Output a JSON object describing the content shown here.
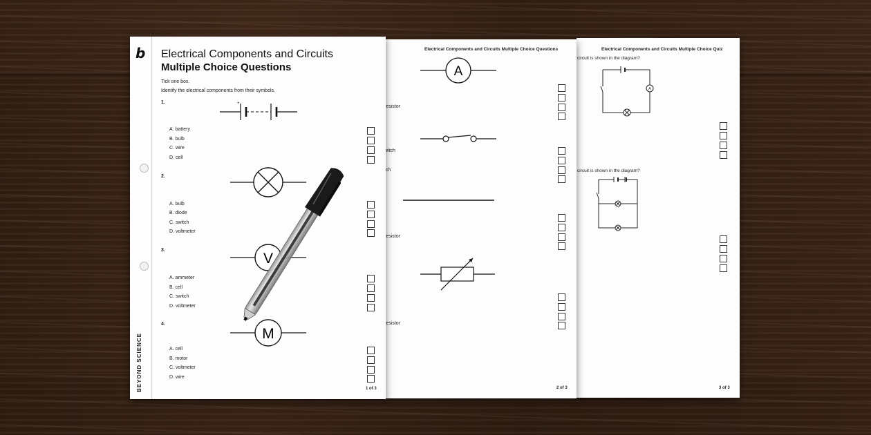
{
  "page1": {
    "brand_vertical": "BEYOND SCIENCE",
    "title": "Electrical Components and Circuits",
    "subtitle": "Multiple Choice Questions",
    "instruction_1": "Tick one box.",
    "instruction_2": "Identify the electrical components from their symbols.",
    "questions": [
      {
        "num": "1.",
        "options": [
          "A. battery",
          "B. bulb",
          "C. wire",
          "D. cell"
        ]
      },
      {
        "num": "2.",
        "options": [
          "A. bulb",
          "B. diode",
          "C. switch",
          "D. voltmeter"
        ]
      },
      {
        "num": "3.",
        "options": [
          "A. ammeter",
          "B. cell",
          "C. switch",
          "D. voltmeter"
        ]
      },
      {
        "num": "4.",
        "options": [
          "A. cell",
          "B. motor",
          "C. voltmeter",
          "D. wire"
        ]
      }
    ],
    "symbols": {
      "battery_plus": "+",
      "voltmeter": "V",
      "motor": "M"
    },
    "page_num": "1 of 3"
  },
  "page2": {
    "header": "Electrical Components and Circuits Multiple Choice Questions",
    "symbols": {
      "ammeter": "A"
    },
    "partial": [
      "resistor",
      "witch",
      "tch",
      "resistor",
      "resistor"
    ],
    "page_num": "2 of 3"
  },
  "page3": {
    "header": "Electrical Components and Circuits Multiple Choice Quiz",
    "q_text_1": "circuit is shown in the diagram?",
    "q_text_2": "circuit is shown in the diagram?",
    "symbols": {
      "ammeter": "A"
    },
    "page_num": "3 of 3"
  }
}
